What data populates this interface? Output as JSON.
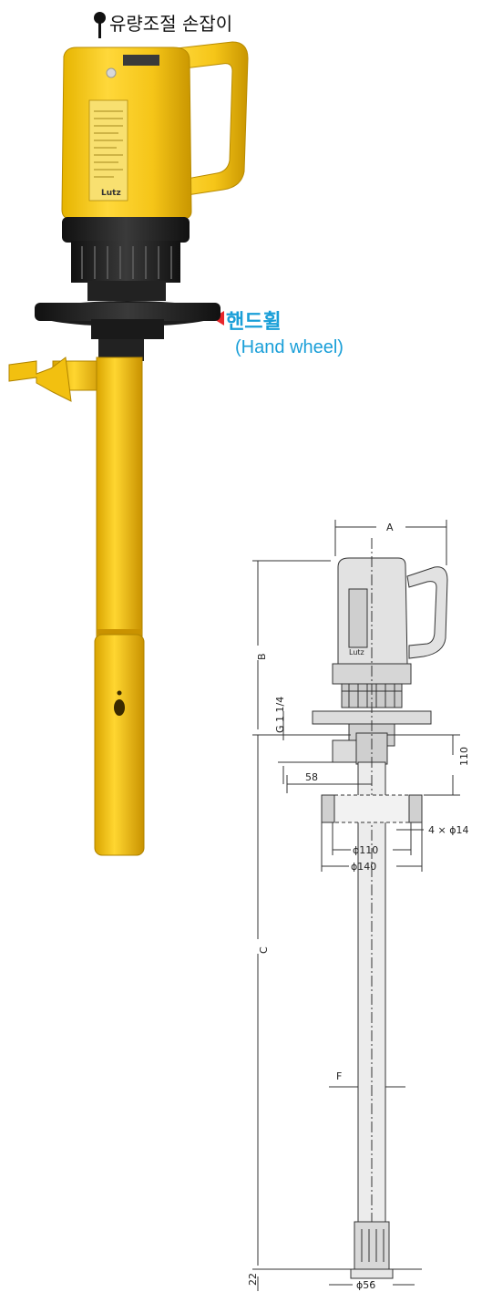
{
  "callouts": {
    "flow_knob": "유량조절 손잡이",
    "hand_wheel_ko": "핸드휠",
    "hand_wheel_en": "(Hand wheel)"
  },
  "drawing": {
    "dim_a": "A",
    "dim_b": "B",
    "dim_c": "C",
    "dim_f": "F",
    "thread": "G 1 1/4",
    "dim_58": "58",
    "dim_110": "110",
    "holes": "4 × ϕ14",
    "dia_110": "ϕ110",
    "dia_140": "ϕ140",
    "dia_56": "ϕ56",
    "dim_22": "22",
    "brand": "Lutz"
  },
  "colors": {
    "pump_yellow": "#f5c518",
    "pump_dark_yellow": "#d9a400",
    "flange_black": "#1c1c1c",
    "callout_blue": "#1a9fd8",
    "arrow_red": "#e8262b"
  }
}
